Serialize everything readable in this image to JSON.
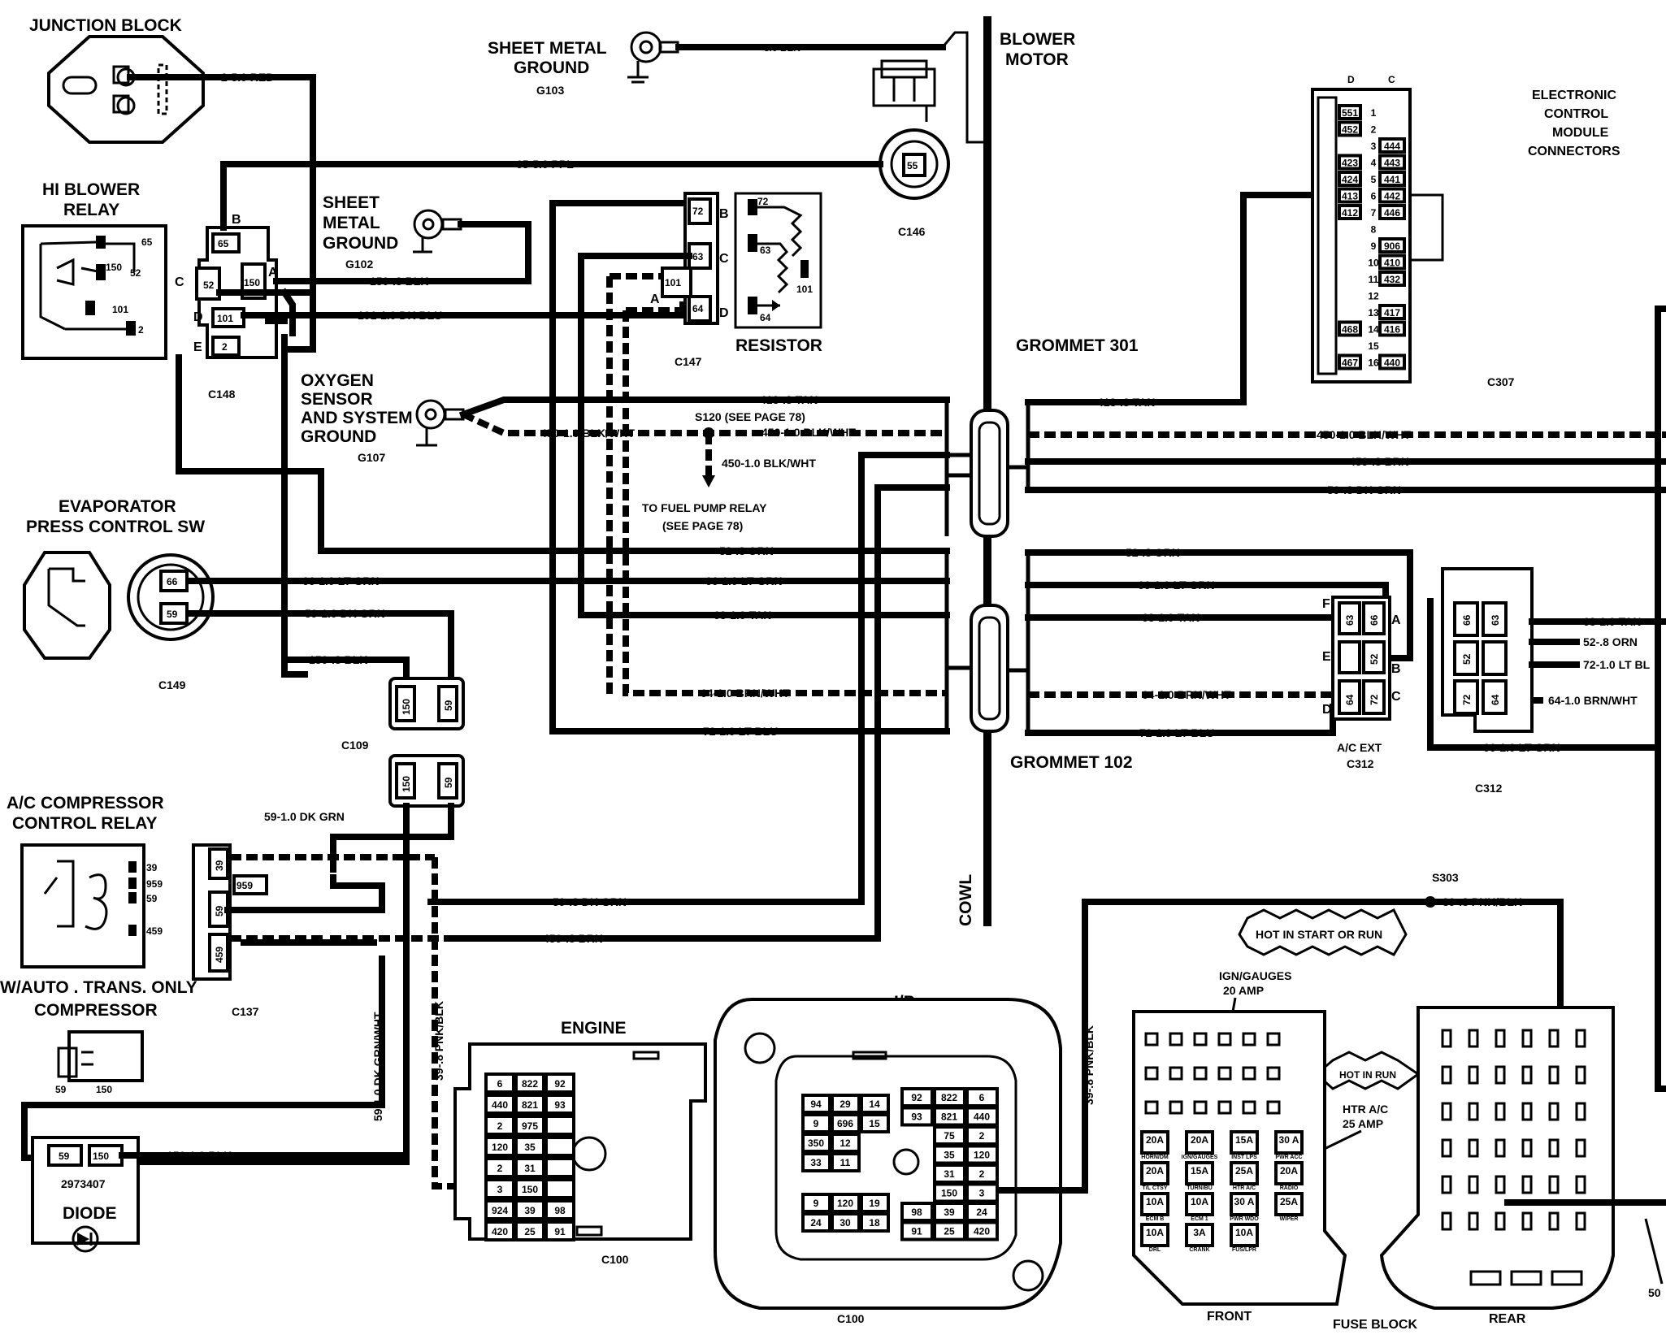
{
  "components": {
    "junction_block": "JUNCTION BLOCK",
    "hi_blower_relay_1": "HI BLOWER",
    "hi_blower_relay_2": "RELAY",
    "sheet_metal_ground_top_1": "SHEET METAL",
    "sheet_metal_ground_top_2": "GROUND",
    "g103": "G103",
    "blower_motor_1": "BLOWER",
    "blower_motor_2": "MOTOR",
    "ecm_1": "ELECTRONIC",
    "ecm_2": "CONTROL",
    "ecm_3": "MODULE",
    "ecm_4": "CONNECTORS",
    "sheet_metal_ground_mid_1": "SHEET",
    "sheet_metal_ground_mid_2": "METAL",
    "sheet_metal_ground_mid_3": "GROUND",
    "g102": "G102",
    "resistor": "RESISTOR",
    "oxygen_1": "OXYGEN",
    "oxygen_2": "SENSOR",
    "oxygen_3": "AND SYSTEM",
    "oxygen_4": "GROUND",
    "g107": "G107",
    "evap_1": "EVAPORATOR",
    "evap_2": "PRESS CONTROL SW",
    "grommet_301": "GROMMET 301",
    "grommet_102": "GROMMET 102",
    "cowl": "COWL",
    "ac_relay_1": "A/C COMPRESSOR",
    "ac_relay_2": "CONTROL RELAY",
    "auto_trans": "W/AUTO . TRANS. ONLY",
    "compressor": "COMPRESSOR",
    "diode_part": "2973407",
    "diode": "DIODE",
    "engine": "ENGINE",
    "ip": "I/P",
    "fuse_block": "FUSE BLOCK",
    "front": "FRONT",
    "rear": "REAR",
    "ac_ext": "A/C EXT",
    "hot_start_run": "HOT IN START OR RUN",
    "hot_in_run": "HOT IN RUN",
    "ign_gauges_1": "IGN/GAUGES",
    "ign_gauges_2": "20 AMP",
    "htr_ac_1": "HTR A/C",
    "htr_ac_2": "25 AMP",
    "to_fuel_1": "TO FUEL PUMP RELAY",
    "to_fuel_2": "(SEE PAGE 78)",
    "s120": "S120  (SEE PAGE 78)",
    "s303": "S303",
    "edge_50": "50"
  },
  "connectors": {
    "c148": "C148",
    "c146": "C146",
    "c147": "C147",
    "c307": "C307",
    "c149": "C149",
    "c109": "C109",
    "c137": "C137",
    "c312a": "C312",
    "c312b": "C312",
    "c100a": "C100",
    "c100b": "C100"
  },
  "wires": {
    "w_2_5_red": "2-5.0 RED",
    "w_3_blk": "3.0 BLK",
    "w_65_ppl": "65-5.0 PPL",
    "w_150_blk": "150-.8 BLK",
    "w_101_dkblu": "101-1.0 DK BLU",
    "w_413_tan_l": "413-.8 TAN",
    "w_450_l": "450-1.0 BLK/WHT",
    "w_450_m": "450-1.0 BLK/WHT",
    "w_450_down": "450-1.0 BLK/WHT",
    "w_413_tan_r": "413-.8 TAN",
    "w_450_r": "450-1.0 BLK/WHT",
    "w_459_brn_r": "459-.8 BRN",
    "w_59_dkgrn_r": "59-.8 DK GRN",
    "w_52_orn_l": "52-.8 ORN",
    "w_66_ltgrn_a": "66-1.0 LT GRN",
    "w_66_ltgrn_b": "66-1.0 LT GRN",
    "w_59_dkgrn_c149": "59-1.0 DK GRN",
    "w_63_tan_l": "63-1.0 TAN",
    "w_150_blk_c109": "150-.8 BLK",
    "w_64_brn_l": "64-1.0 BRN/WHT",
    "w_72_ltblu_l": "72-1.0 LT BLU",
    "w_52_orn_r": "52-.8 ORN",
    "w_66_ltgrn_r": "66-1.0 LT GRN",
    "w_63_tan_r": "63-1.0 TAN",
    "w_64_brn_r": "64-1.0 BRN/WHT",
    "w_72_ltblu_r": "72-1.0 LT BLU",
    "w_63_tan_far": "63-1.0 TAN",
    "w_52_orn_far": "52-.8 ORN",
    "w_72_far": "72-1.0 LT BL",
    "w_64_far": "64-1.0 BRN/WHT",
    "w_66_far": "66-1.0 LT GRN",
    "w_59_dkgrn_relay": "59-1.0 DK GRN",
    "w_59_dkgrn_bottom": "59-.8 DK GRN",
    "w_459_brn_bottom": "459-.8 BRN",
    "w_59_vert": "59-1.0 DK GRN/WHT",
    "w_39_vert": "39-.8 PNK/BLK",
    "w_150_diode": "150-1.0 BLK",
    "w_39_pnkblk_top": "39-.8 PNK/BLK",
    "w_39_vert_ip": "39-.8 PNK/BLK"
  },
  "relay_pins": {
    "p65": "65",
    "p150": "150",
    "p52": "52",
    "p101": "101",
    "p2": "2"
  },
  "c148_pins": {
    "b": "65",
    "c": "52",
    "a": "150",
    "d": "101",
    "e": "2",
    "lb": "B",
    "lc": "C",
    "la": "A",
    "ld": "D",
    "le": "E"
  },
  "c147_pins": {
    "p72": "72",
    "p63": "63",
    "p101": "101",
    "p64": "64",
    "lb": "B",
    "lc": "C",
    "la": "A",
    "ld": "D"
  },
  "resistor_pins": {
    "p72": "72",
    "p63": "63",
    "p101": "101",
    "p64": "64"
  },
  "c146_pin": "55",
  "c149_pins": {
    "p66": "66",
    "p59": "59"
  },
  "c109_pins": {
    "p150": "150",
    "p59": "59"
  },
  "c137_pins": {
    "p39": "39",
    "p959": "959",
    "p59": "59",
    "p459": "459"
  },
  "ac_relay_pins": {
    "p39": "39",
    "p959": "959",
    "p59": "59",
    "p459": "459"
  },
  "compressor_pins": {
    "p59": "59",
    "p150": "150"
  },
  "diode_pins": {
    "p59": "59",
    "p150": "150"
  },
  "c312a_pins": {
    "p63": "63",
    "p66": "66",
    "p52": "52",
    "p64": "64",
    "p72": "72",
    "lf": "F",
    "la": "A",
    "le": "E",
    "lb": "B",
    "ld": "D",
    "lc": "C"
  },
  "c312b_pins": {
    "p66": "66",
    "p63": "63",
    "p52": "52",
    "p72": "72",
    "p64": "64"
  },
  "ecm_pins": {
    "col_d_label": "D",
    "col_c_label": "C",
    "rows": [
      [
        "551",
        "1",
        ""
      ],
      [
        "452",
        "2",
        ""
      ],
      [
        "",
        "3",
        "444"
      ],
      [
        "423",
        "4",
        "443"
      ],
      [
        "424",
        "5",
        "441"
      ],
      [
        "413",
        "6",
        "442"
      ],
      [
        "412",
        "7",
        "446"
      ],
      [
        "",
        "8",
        ""
      ],
      [
        "",
        "9",
        "906"
      ],
      [
        "",
        "10",
        "410"
      ],
      [
        "",
        "11",
        "432"
      ],
      [
        "",
        "12",
        ""
      ],
      [
        "",
        "13",
        "417"
      ],
      [
        "468",
        "14",
        "416"
      ],
      [
        "",
        "15",
        ""
      ],
      [
        "467",
        "16",
        "440"
      ]
    ]
  },
  "engine_grid": [
    [
      "6",
      "822",
      "92"
    ],
    [
      "440",
      "821",
      "93"
    ],
    [
      "2",
      "975",
      ""
    ],
    [
      "120",
      "35",
      ""
    ],
    [
      "2",
      "31",
      ""
    ],
    [
      "3",
      "150",
      ""
    ],
    [
      "924",
      "39",
      "98"
    ],
    [
      "420",
      "25",
      "91"
    ]
  ],
  "ip_grid_left": [
    [
      "94",
      "29",
      "14"
    ],
    [
      "9",
      "696",
      "15"
    ],
    [
      "350",
      "12",
      ""
    ],
    [
      "33",
      "11",
      ""
    ]
  ],
  "ip_grid_right": [
    [
      "92",
      "822",
      "6"
    ],
    [
      "93",
      "821",
      "440"
    ],
    [
      "",
      "75",
      "2"
    ],
    [
      "",
      "35",
      "120"
    ],
    [
      "",
      "31",
      "2"
    ],
    [
      "",
      "150",
      "3"
    ],
    [
      "98",
      "39",
      "24"
    ],
    [
      "91",
      "25",
      "420"
    ]
  ],
  "ip_grid_bottom": [
    [
      "9",
      "120",
      "19"
    ],
    [
      "24",
      "30",
      "18"
    ]
  ],
  "fuses": [
    {
      "amp": "20A",
      "name": "HORN/DM"
    },
    {
      "amp": "20A",
      "name": "IGN/GAUGES"
    },
    {
      "amp": "15A",
      "name": "INST LPS"
    },
    {
      "amp": "30 A",
      "name": "PWR ACC"
    },
    {
      "amp": "20A",
      "name": "T/L CTSY"
    },
    {
      "amp": "15A",
      "name": "TURN/BU"
    },
    {
      "amp": "25A",
      "name": "HTR A/C"
    },
    {
      "amp": "20A",
      "name": "RADIO"
    },
    {
      "amp": "10A",
      "name": "ECM B"
    },
    {
      "amp": "10A",
      "name": "ECM 1"
    },
    {
      "amp": "30 A",
      "name": "PWR WDO"
    },
    {
      "amp": "25A",
      "name": "WIPER"
    },
    {
      "amp": "10A",
      "name": "DRL"
    },
    {
      "amp": "3A",
      "name": "CRANK"
    },
    {
      "amp": "10A",
      "name": "FUS/LPR"
    }
  ]
}
